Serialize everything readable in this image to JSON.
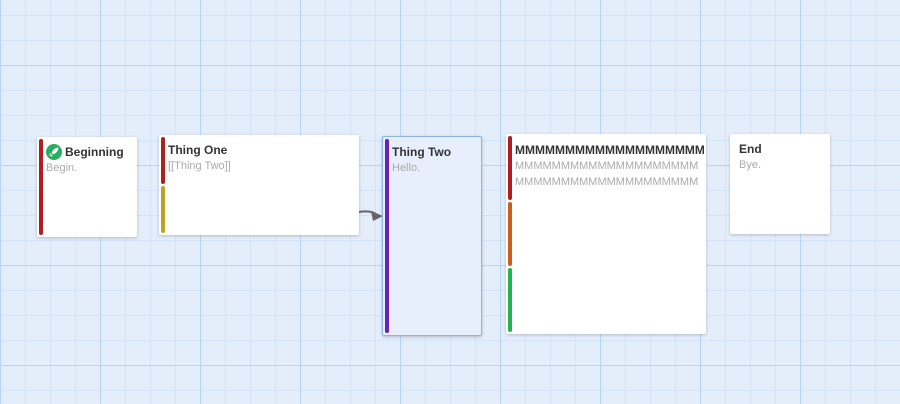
{
  "colors": {
    "red": "#b01e22",
    "yellow": "#bfa31f",
    "purple": "#6a1fc0",
    "orange": "#c7601e",
    "green": "#22b34d",
    "start": "#27ae60",
    "link_arrow": "#666666"
  },
  "passages": {
    "beginning": {
      "icon": "rocket-icon",
      "title": "Beginning",
      "excerpt": "Begin."
    },
    "thing_one": {
      "title": "Thing One",
      "excerpt": "[[Thing Two]]"
    },
    "thing_two": {
      "title": "Thing Two",
      "excerpt": "Hello."
    },
    "long": {
      "title": "MMMMMMMMMMMMMMMMMMMMMMMMMM",
      "excerpt": "MMMMMMMMMMMMMMMMMMMMMMMMMMMMMMMMMMMMMMMMMMMMMMMMMMMMMMMMMMMM"
    },
    "end": {
      "title": "End",
      "excerpt": "Bye."
    }
  }
}
